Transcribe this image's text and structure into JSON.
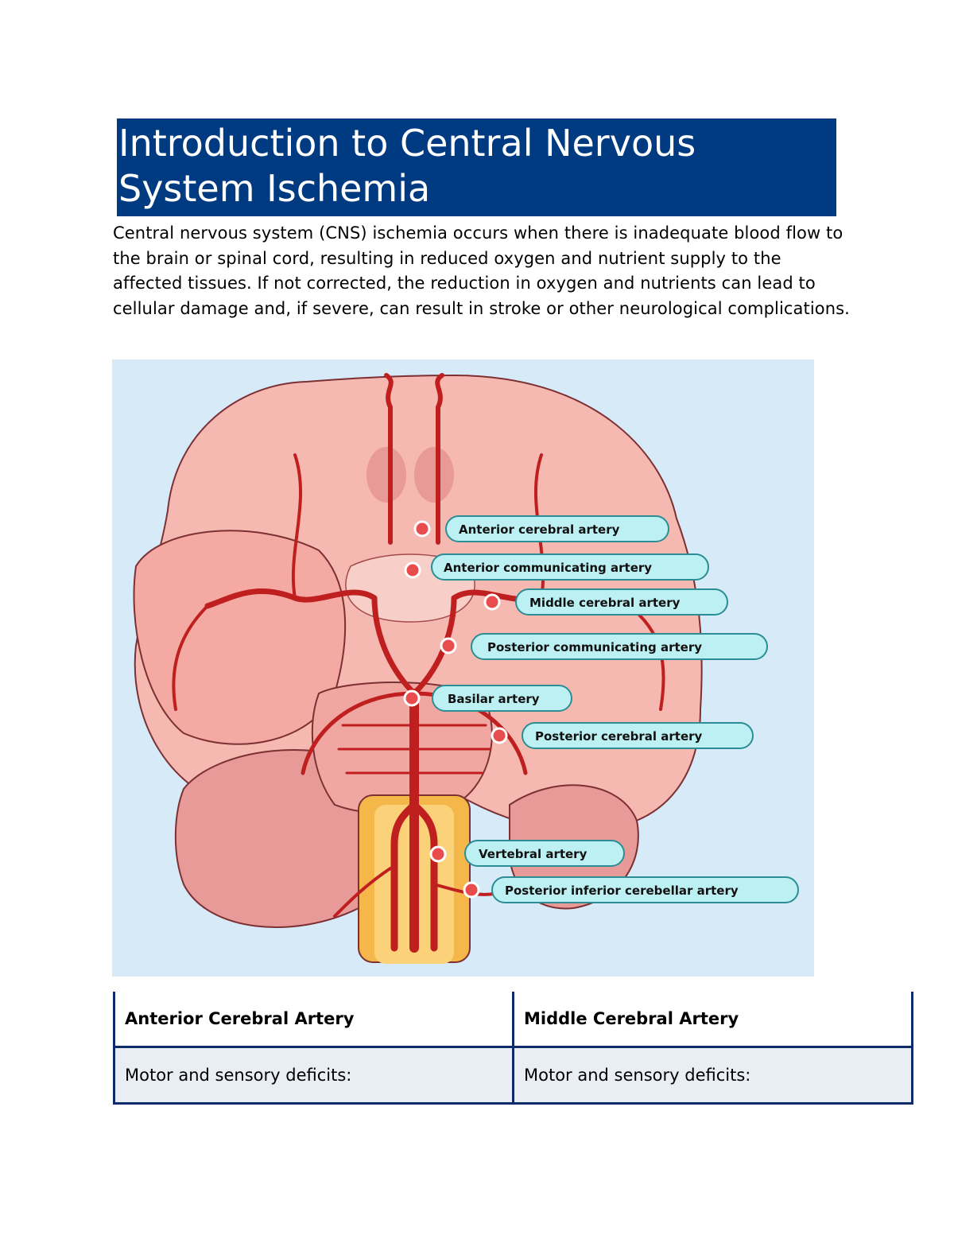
{
  "title": "Introduction to Central Nervous System Ischemia",
  "intro": "Central nervous system (CNS) ischemia occurs when there is inadequate blood flow to the brain or spinal cord, resulting in reduced oxygen and nutrient supply to the affected tissues. If not corrected, the reduction in oxygen and nutrients can lead to cellular damage and, if severe, can result in stroke or other neurological complications.",
  "figure": {
    "labels": [
      "Anterior cerebral artery",
      "Anterior communicating artery",
      "Middle cerebral artery",
      "Posterior communicating artery",
      "Basilar artery",
      "Posterior cerebral artery",
      "Vertebral artery",
      "Posterior inferior cerebellar artery"
    ]
  },
  "table": {
    "headers": [
      "Anterior Cerebral Artery",
      "Middle Cerebral Artery"
    ],
    "row": [
      "Motor and sensory deficits:",
      "Motor and sensory deficits:"
    ]
  }
}
